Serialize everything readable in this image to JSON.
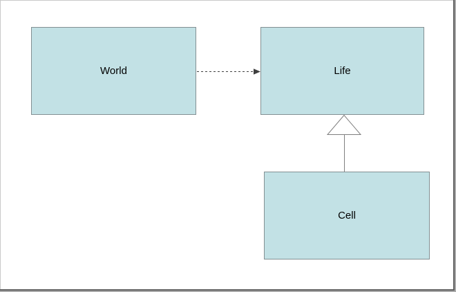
{
  "diagram": {
    "type": "class-diagram",
    "nodes": [
      {
        "id": "world",
        "label": "World"
      },
      {
        "id": "life",
        "label": "Life"
      },
      {
        "id": "cell",
        "label": "Cell"
      }
    ],
    "edges": [
      {
        "from": "World",
        "to": "Life",
        "type": "dependency",
        "style": "dashed-line-filled-arrow"
      },
      {
        "from": "Cell",
        "to": "Life",
        "type": "generalization",
        "style": "solid-line-hollow-triangle"
      }
    ],
    "colors": {
      "node_fill": "#c2e1e5",
      "node_border": "#828f92",
      "dependency_stroke": "#3f3f3f",
      "generalization_stroke": "#7f7f7f",
      "canvas_bg": "#ffffff"
    }
  }
}
